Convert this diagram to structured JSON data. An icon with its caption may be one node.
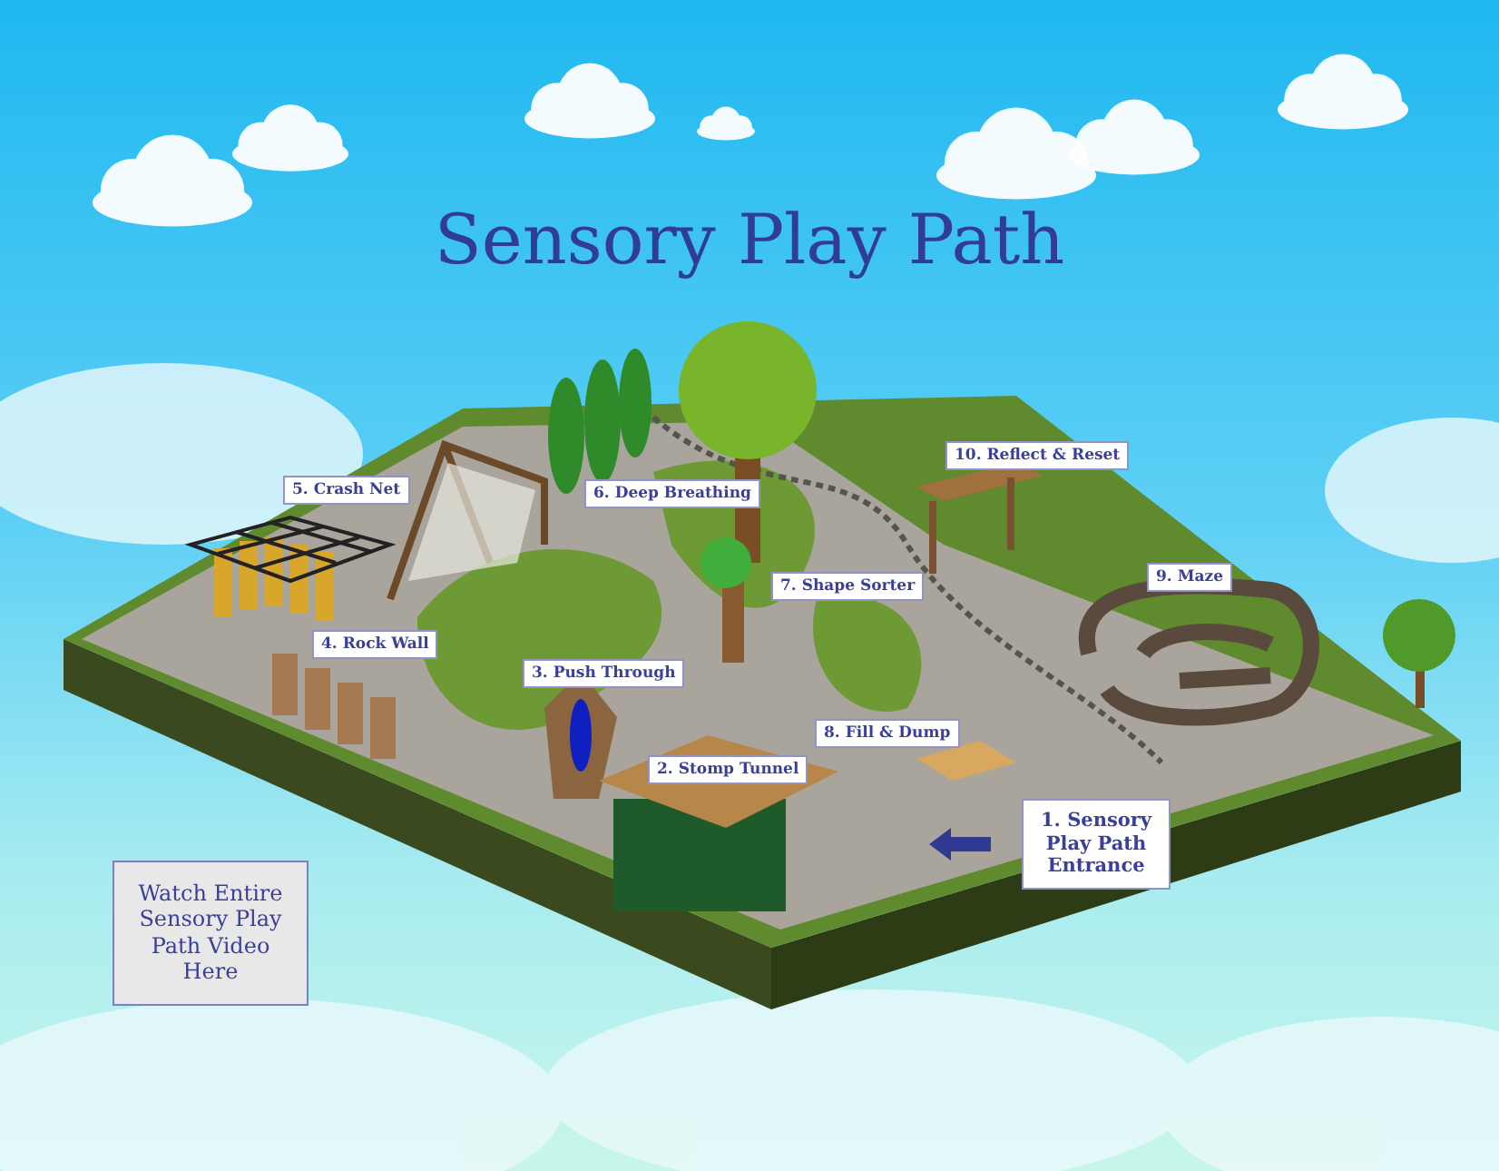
{
  "diagram": {
    "title": "Sensory Play Path",
    "nodes": [
      {
        "text": [
          "1. Sensory Play Path Entrance"
        ]
      },
      {
        "text": [
          "2. Stomp Tunnel"
        ]
      },
      {
        "text": [
          "3. Push Through"
        ]
      },
      {
        "text": [
          "4. Rock Wall"
        ]
      },
      {
        "text": [
          "5. Crash Net"
        ]
      },
      {
        "text": [
          "6. Deep Breathing"
        ]
      },
      {
        "text": [
          "7. Shape Sorter"
        ]
      },
      {
        "text": [
          "8. Fill & Dump"
        ]
      },
      {
        "text": [
          "9. Maze"
        ]
      },
      {
        "text": [
          "10. Reflect & Reset"
        ]
      },
      {
        "text": [
          "Watch Entire Sensory Play Path Video Here"
        ]
      }
    ],
    "edges": []
  }
}
